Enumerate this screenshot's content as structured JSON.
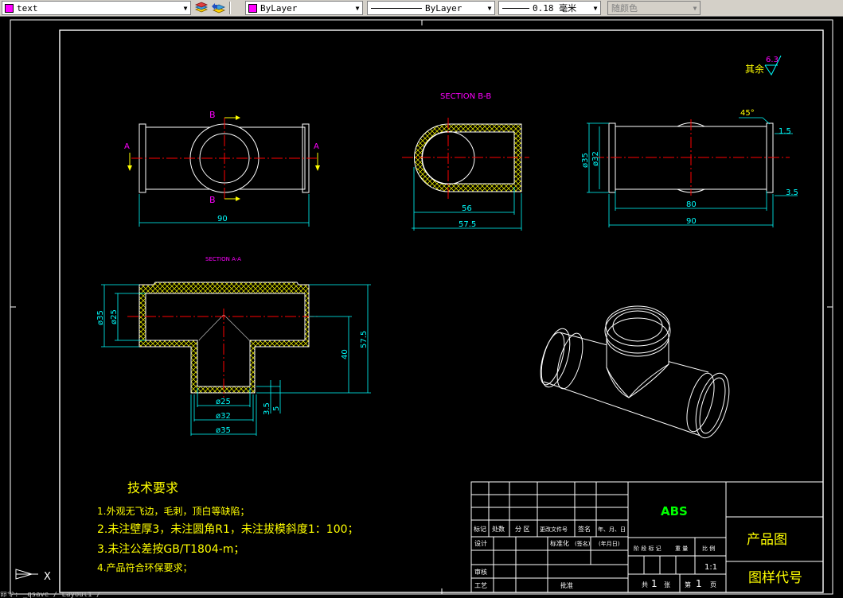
{
  "toolbar": {
    "text_style": {
      "label": "text",
      "swatch_color": "#ff00ff"
    },
    "layer": {
      "label": "ByLayer",
      "swatch_color": "#ff00ff"
    },
    "linetype": {
      "label": "ByLayer"
    },
    "lineweight": {
      "label": "0.18 毫米"
    },
    "plotstyle": {
      "label": "随颜色"
    }
  },
  "drawing": {
    "roughness": {
      "prefix": "其余",
      "value": "6.3"
    },
    "section_bb_title": "SECTION B-B",
    "section_aa_title": "SECTION A-A",
    "top_view": {
      "cut_label_b": "B",
      "cut_label_a": "A",
      "dim_length": "90"
    },
    "section_bb": {
      "dim_56": "56",
      "dim_57_5": "57.5"
    },
    "side_view": {
      "dim_phi35": "ø35",
      "dim_phi32": "ø32",
      "dim_80": "80",
      "dim_90": "90",
      "dim_45deg": "45°",
      "dim_1_5": "1.5",
      "dim_3_5": "3.5"
    },
    "section_aa": {
      "dim_phi35_left": "ø35",
      "dim_phi25_left": "ø25",
      "dim_40": "40",
      "dim_57_5": "57.5",
      "dim_phi25": "ø25",
      "dim_phi32": "ø32",
      "dim_phi35": "ø35",
      "dim_3_5": "3.5",
      "dim_5": "5"
    },
    "tech_req": {
      "title": "技术要求",
      "items": [
        "1.外观无飞边，毛刺，顶白等缺陷；",
        "2.未注壁厚3，未注圆角R1，未注拔模斜度1：100；",
        "3.未注公差按GB/T1804-m；",
        "4.产品符合环保要求；"
      ]
    },
    "title_block": {
      "material": "ABS",
      "product_name": "产品图",
      "drawing_code": "图样代号",
      "scale": "1:1",
      "headers": [
        "标记",
        "处数",
        "分 区",
        "更改文件号",
        "签名",
        "年、月、日"
      ],
      "design": "设计",
      "standardize": "标准化",
      "sign": "(签名)",
      "date": "(年月日)",
      "stage_cols": [
        "阶 段 标 记",
        "重 量",
        "比 例"
      ],
      "review": "审核",
      "process": "工艺",
      "approve": "批准",
      "total_label": "共",
      "total_value": "1",
      "sheet_label": "张",
      "page_label": "第",
      "page_value": "1",
      "page_unit": "页"
    },
    "ucs_label": "X"
  },
  "command_line": "命令: _qsave / Layout1 /"
}
